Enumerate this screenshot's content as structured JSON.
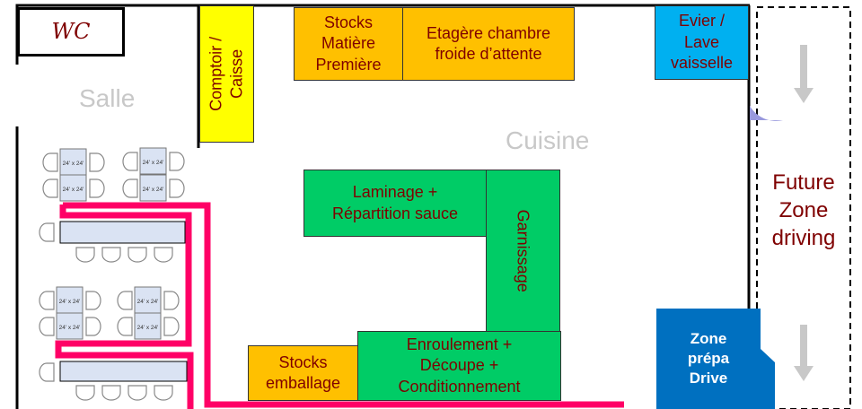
{
  "rooms": {
    "wc": "WC",
    "salle": "Salle",
    "cuisine": "Cuisine"
  },
  "stations": {
    "comptoir": "Comptoir /\nCaisse",
    "stocks_matiere": "Stocks\nMatière\nPremière",
    "etagere": "Etagère chambre\nfroide d’attente",
    "evier": "Evier /\nLave\nvaisselle",
    "laminage": "Laminage +\nRépartition sauce",
    "garnissage": "Garnissage",
    "enroulement": "Enroulement  +\nDécoupe +\nConditionnement",
    "stocks_emballage": "Stocks\nemballage",
    "zone_drive": "Zone\nprépa\nDrive",
    "future_zone": "Future\nZone\ndriving"
  },
  "table_label": "24' x 24'",
  "colors": {
    "orange": "#ffc000",
    "green": "#00cc66",
    "yellow": "#ffff00",
    "blue": "#00b0f0",
    "drive": "#0070c0",
    "path": "#ff0066",
    "text": "#7f0000"
  }
}
